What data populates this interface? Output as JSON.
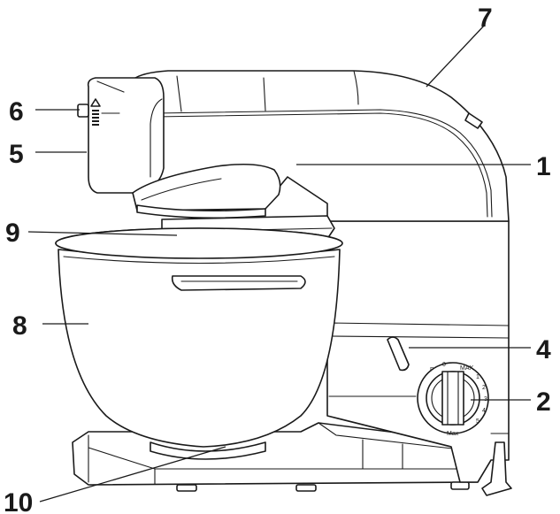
{
  "diagram": {
    "callouts": [
      {
        "id": "1",
        "label": "1"
      },
      {
        "id": "2",
        "label": "2"
      },
      {
        "id": "4",
        "label": "4"
      },
      {
        "id": "5",
        "label": "5"
      },
      {
        "id": "6",
        "label": "6"
      },
      {
        "id": "7",
        "label": "7"
      },
      {
        "id": "8",
        "label": "8"
      },
      {
        "id": "9",
        "label": "9"
      },
      {
        "id": "10",
        "label": "10"
      }
    ],
    "dial_marks": [
      "P",
      "0",
      "MAX",
      "1",
      "2",
      "3",
      "4",
      "5",
      "Max"
    ],
    "colors": {
      "line": "#1a1a1a",
      "background": "#ffffff",
      "shade": "#e9e9e9"
    }
  }
}
